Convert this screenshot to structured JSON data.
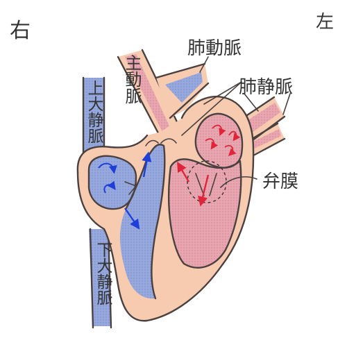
{
  "labels": {
    "right": "右",
    "left": "左",
    "aorta": "主動脈",
    "pulmonary_artery": "肺動脈",
    "pulmonary_vein": "肺静脈",
    "superior_vena_cava": "上大静脈",
    "inferior_vena_cava": "下大静脈",
    "valve": "弁膜"
  },
  "colors": {
    "muscle": "#f6cbb0",
    "deoxygenated_blood": "#8fa3d8",
    "oxygenated_blood": "#e39aa6",
    "arrow_right_side": "#1f3fd8",
    "arrow_left_side": "#e0243a",
    "outline": "#4a4040"
  }
}
